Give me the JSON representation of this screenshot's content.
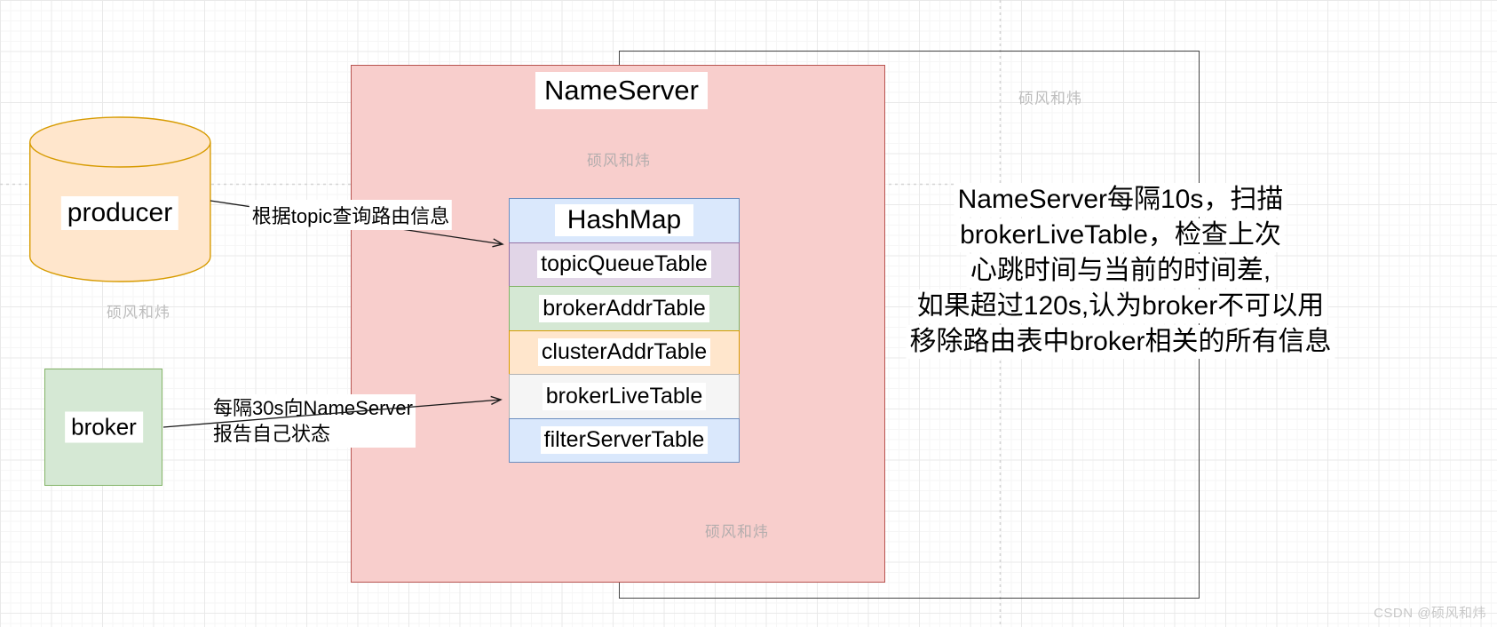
{
  "nameserver": {
    "title": "NameServer"
  },
  "producer": {
    "label": "producer"
  },
  "broker": {
    "label": "broker"
  },
  "table": {
    "header": {
      "label": "HashMap",
      "fill": "#dae8fc",
      "border": "#6c8ebf"
    },
    "rows": [
      {
        "label": "topicQueueTable",
        "fill": "#e1d5e7",
        "border": "#9673a6"
      },
      {
        "label": "brokerAddrTable",
        "fill": "#d5e8d4",
        "border": "#82b366"
      },
      {
        "label": "clusterAddrTable",
        "fill": "#ffe6cc",
        "border": "#d79b00"
      },
      {
        "label": "brokerLiveTable",
        "fill": "#f5f5f5",
        "border": "#b3b3b3"
      },
      {
        "label": "filterServerTable",
        "fill": "#dae8fc",
        "border": "#6c8ebf"
      }
    ]
  },
  "edges": {
    "producer_to_nameserver": {
      "label": "根据topic查询路由信息"
    },
    "broker_to_nameserver": {
      "line1": "每隔30s向NameServer",
      "line2": "报告自己状态"
    }
  },
  "note": {
    "lines": [
      "NameServer每隔10s，扫描",
      "brokerLiveTable，检查上次",
      "心跳时间与当前的时间差,",
      "如果超过120s,认为broker不可以用",
      "移除路由表中broker相关的所有信息"
    ]
  },
  "watermark": "硕风和炜",
  "csdn_watermark": "CSDN @硕风和炜",
  "colors": {
    "nameserver_fill": "#f8cecc",
    "nameserver_border": "#b85450",
    "producer_fill": "#ffe6cc",
    "producer_border": "#d79b00",
    "broker_fill": "#d5e8d4",
    "broker_border": "#82b366",
    "boundary_border": "#454545",
    "arrow": "#1a1a1a"
  }
}
